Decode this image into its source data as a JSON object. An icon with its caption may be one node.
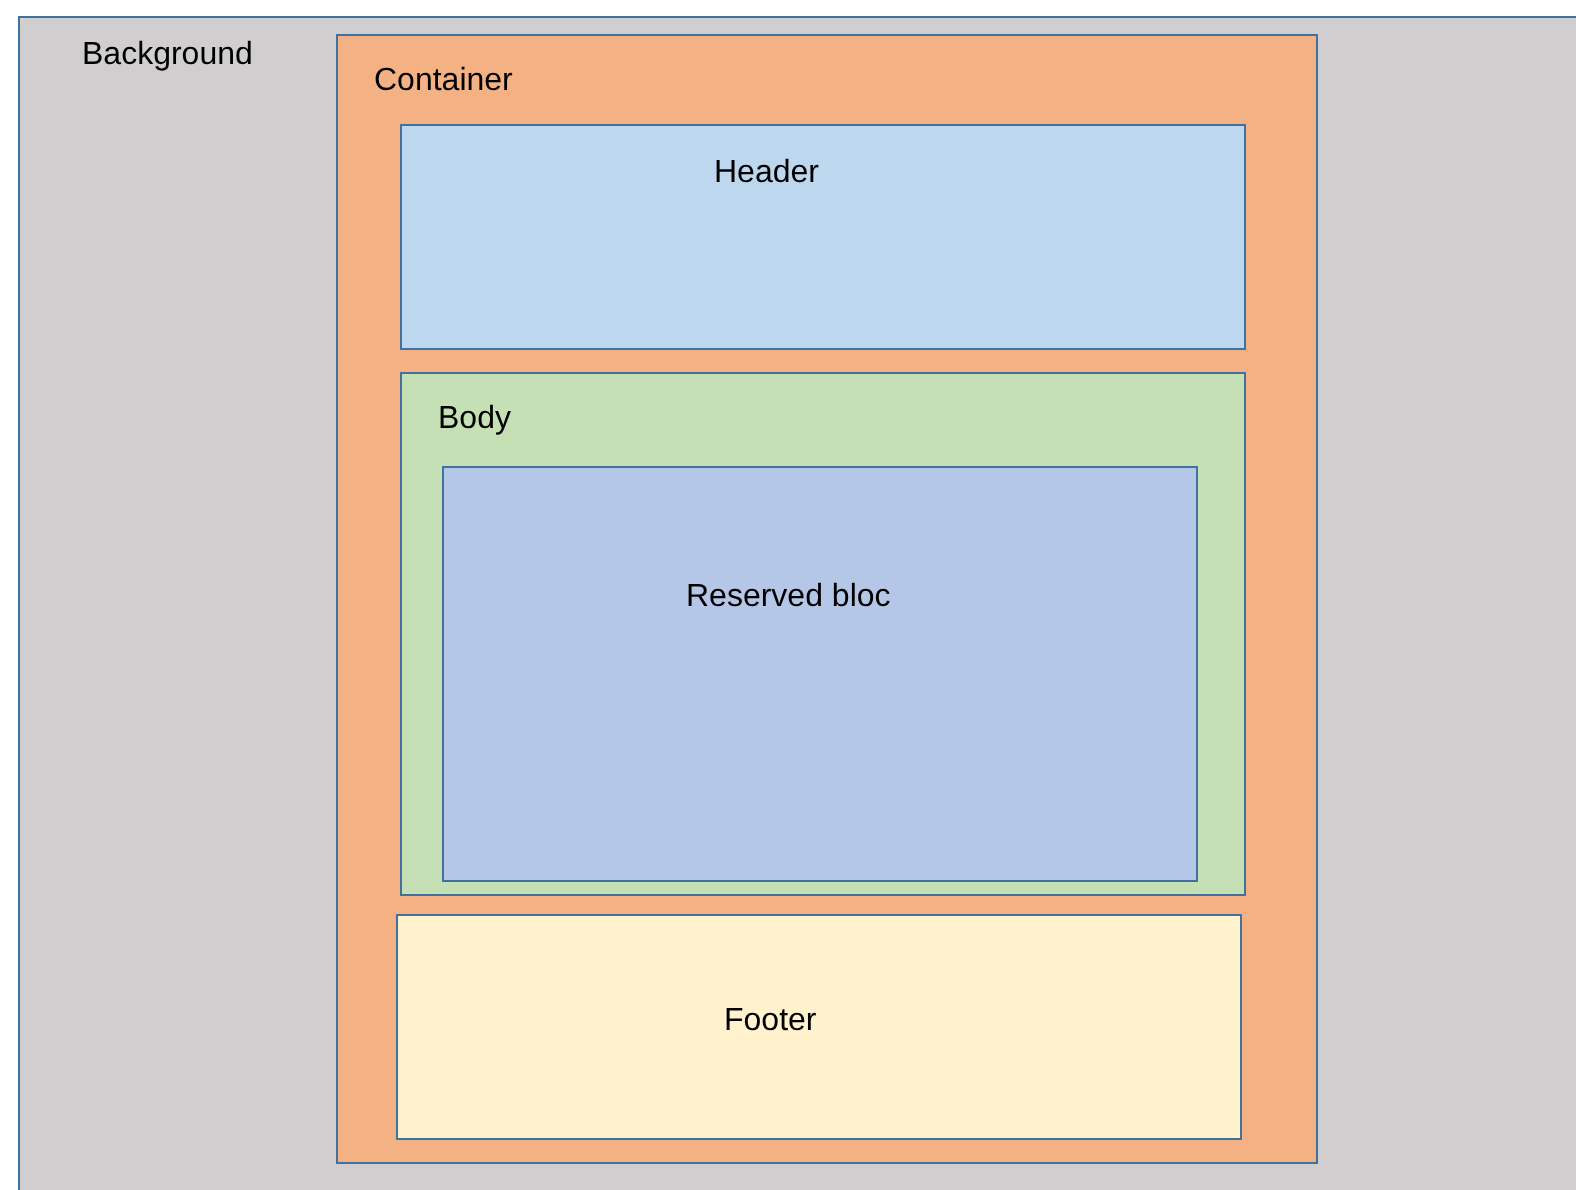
{
  "diagram": {
    "nodes": [
      {
        "text": [
          "Background"
        ]
      },
      {
        "text": [
          "Container"
        ],
        "in": 0
      },
      {
        "text": [
          "Header"
        ],
        "in": 1
      },
      {
        "text": [
          "Body"
        ],
        "in": 1
      },
      {
        "text": [
          "Reserved bloc"
        ],
        "in": 3
      },
      {
        "text": [
          "Footer"
        ],
        "in": 1
      }
    ]
  }
}
